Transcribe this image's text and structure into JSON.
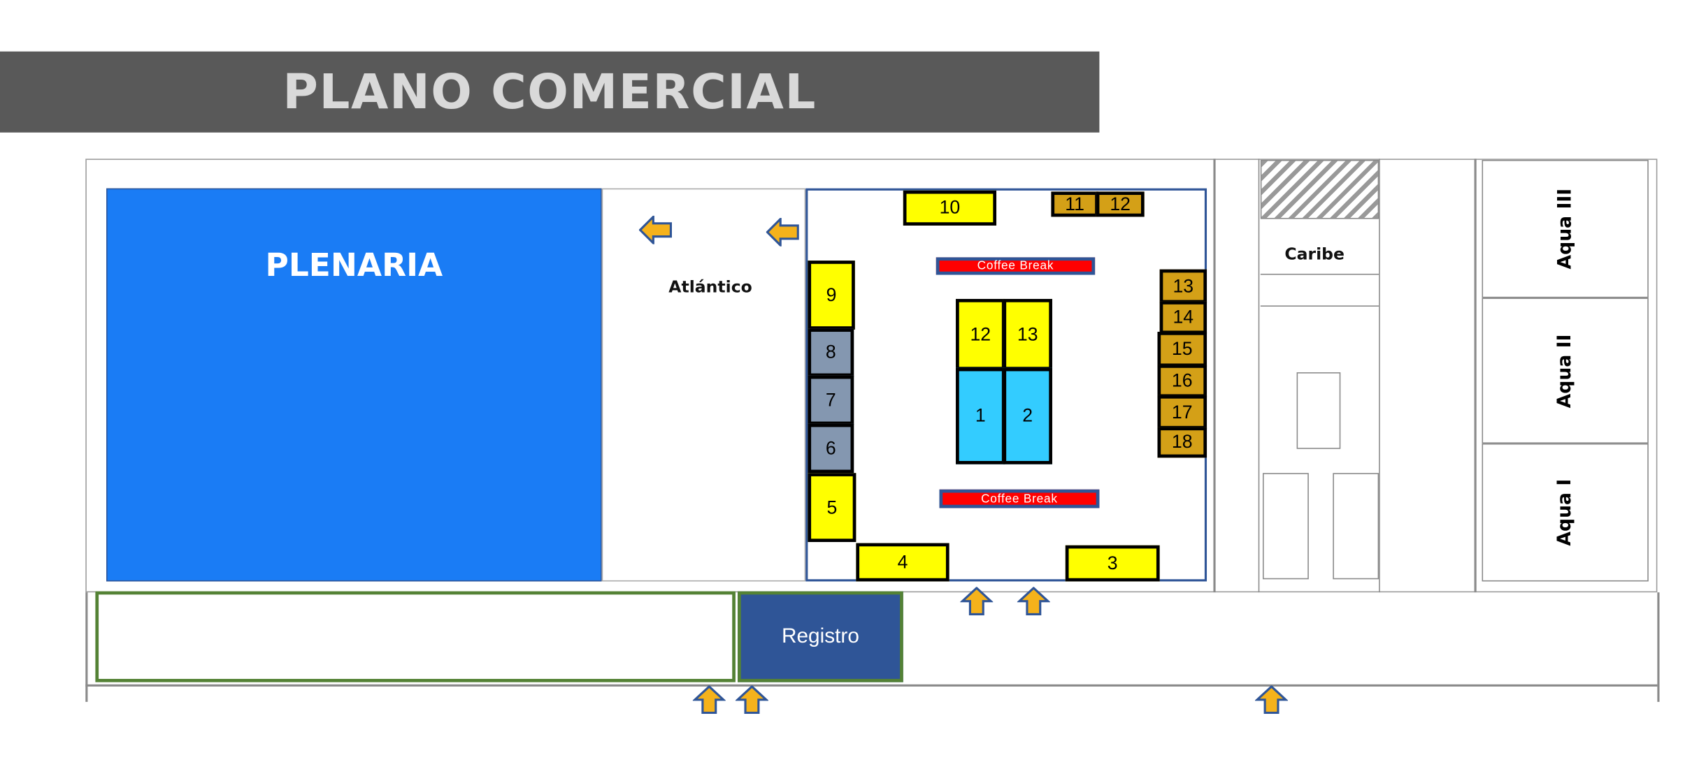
{
  "title": "PLANO COMERCIAL",
  "rooms": {
    "plenaria": "PLENARIA",
    "atlantico": "Atlántico",
    "caribe": "Caribe",
    "aqua_3": "Aqua III",
    "aqua_2": "Aqua II",
    "aqua_1": "Aqua I",
    "registro": "Registro"
  },
  "coffee_break": [
    "Coffee Break",
    "Coffee Break"
  ],
  "booths": {
    "top": [
      "10",
      "11",
      "12"
    ],
    "left": [
      "9",
      "8",
      "7",
      "6",
      "5"
    ],
    "bottom": [
      "4",
      "3"
    ],
    "center": [
      "12",
      "13",
      "1",
      "2"
    ],
    "right": [
      "13",
      "14",
      "15",
      "16",
      "17",
      "18"
    ]
  },
  "colors": {
    "title_bar": "#595959",
    "plenaria": "#1a7cf5",
    "booth_yellow": "#ffff00",
    "booth_gold": "#d4a017",
    "booth_grey": "#8497b0",
    "booth_cyan": "#33ccff",
    "coffee_break": "#ff0000",
    "registro": "#2f5597",
    "arrow": "#f5b21b"
  }
}
